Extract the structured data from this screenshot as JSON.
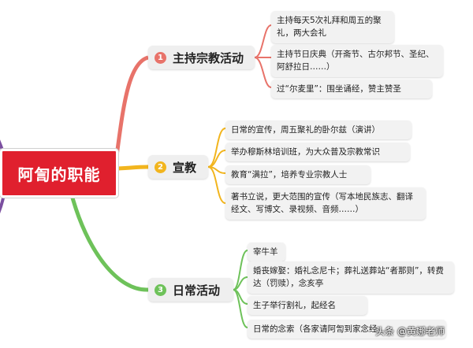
{
  "colors": {
    "root": "#e0202e",
    "branch1": "#e8736a",
    "branch2": "#f2b51e",
    "branch3": "#6ec25a",
    "left_accent": "#7b4fa0"
  },
  "root": {
    "label": "阿訇的职能"
  },
  "branches": [
    {
      "number": "1",
      "label": "主持宗教活动",
      "color": "#e8736a",
      "leaves": [
        "主持每天5次礼拜和周五的聚礼，两大会礼",
        "主持节日庆典（开斋节、古尔邦节、圣纪、阿舒拉日……）",
        "过“尔麦里”：围坐诵经，赞主赞圣"
      ]
    },
    {
      "number": "2",
      "label": "宣教",
      "color": "#f2b51e",
      "leaves": [
        "日常的宣传，周五聚礼的卧尔兹（演讲）",
        "举办穆斯林培训班，为大众普及宗教常识",
        "教育“满拉”，培养专业宗教人士",
        "著书立说，更大范围的宣传（写本地民族志、翻译经文、写博文、录视频、音频……）"
      ]
    },
    {
      "number": "3",
      "label": "日常活动",
      "color": "#6ec25a",
      "leaves": [
        "宰牛羊",
        "婚丧嫁娶：婚礼念尼卡；葬礼送葬站“者那则”，转费达（罚赎），念亥亭",
        "生子举行割礼，起经名",
        "日常的念索（各家请阿訇到家念经"
      ]
    }
  ],
  "watermark": "头条 @黄娜老师"
}
